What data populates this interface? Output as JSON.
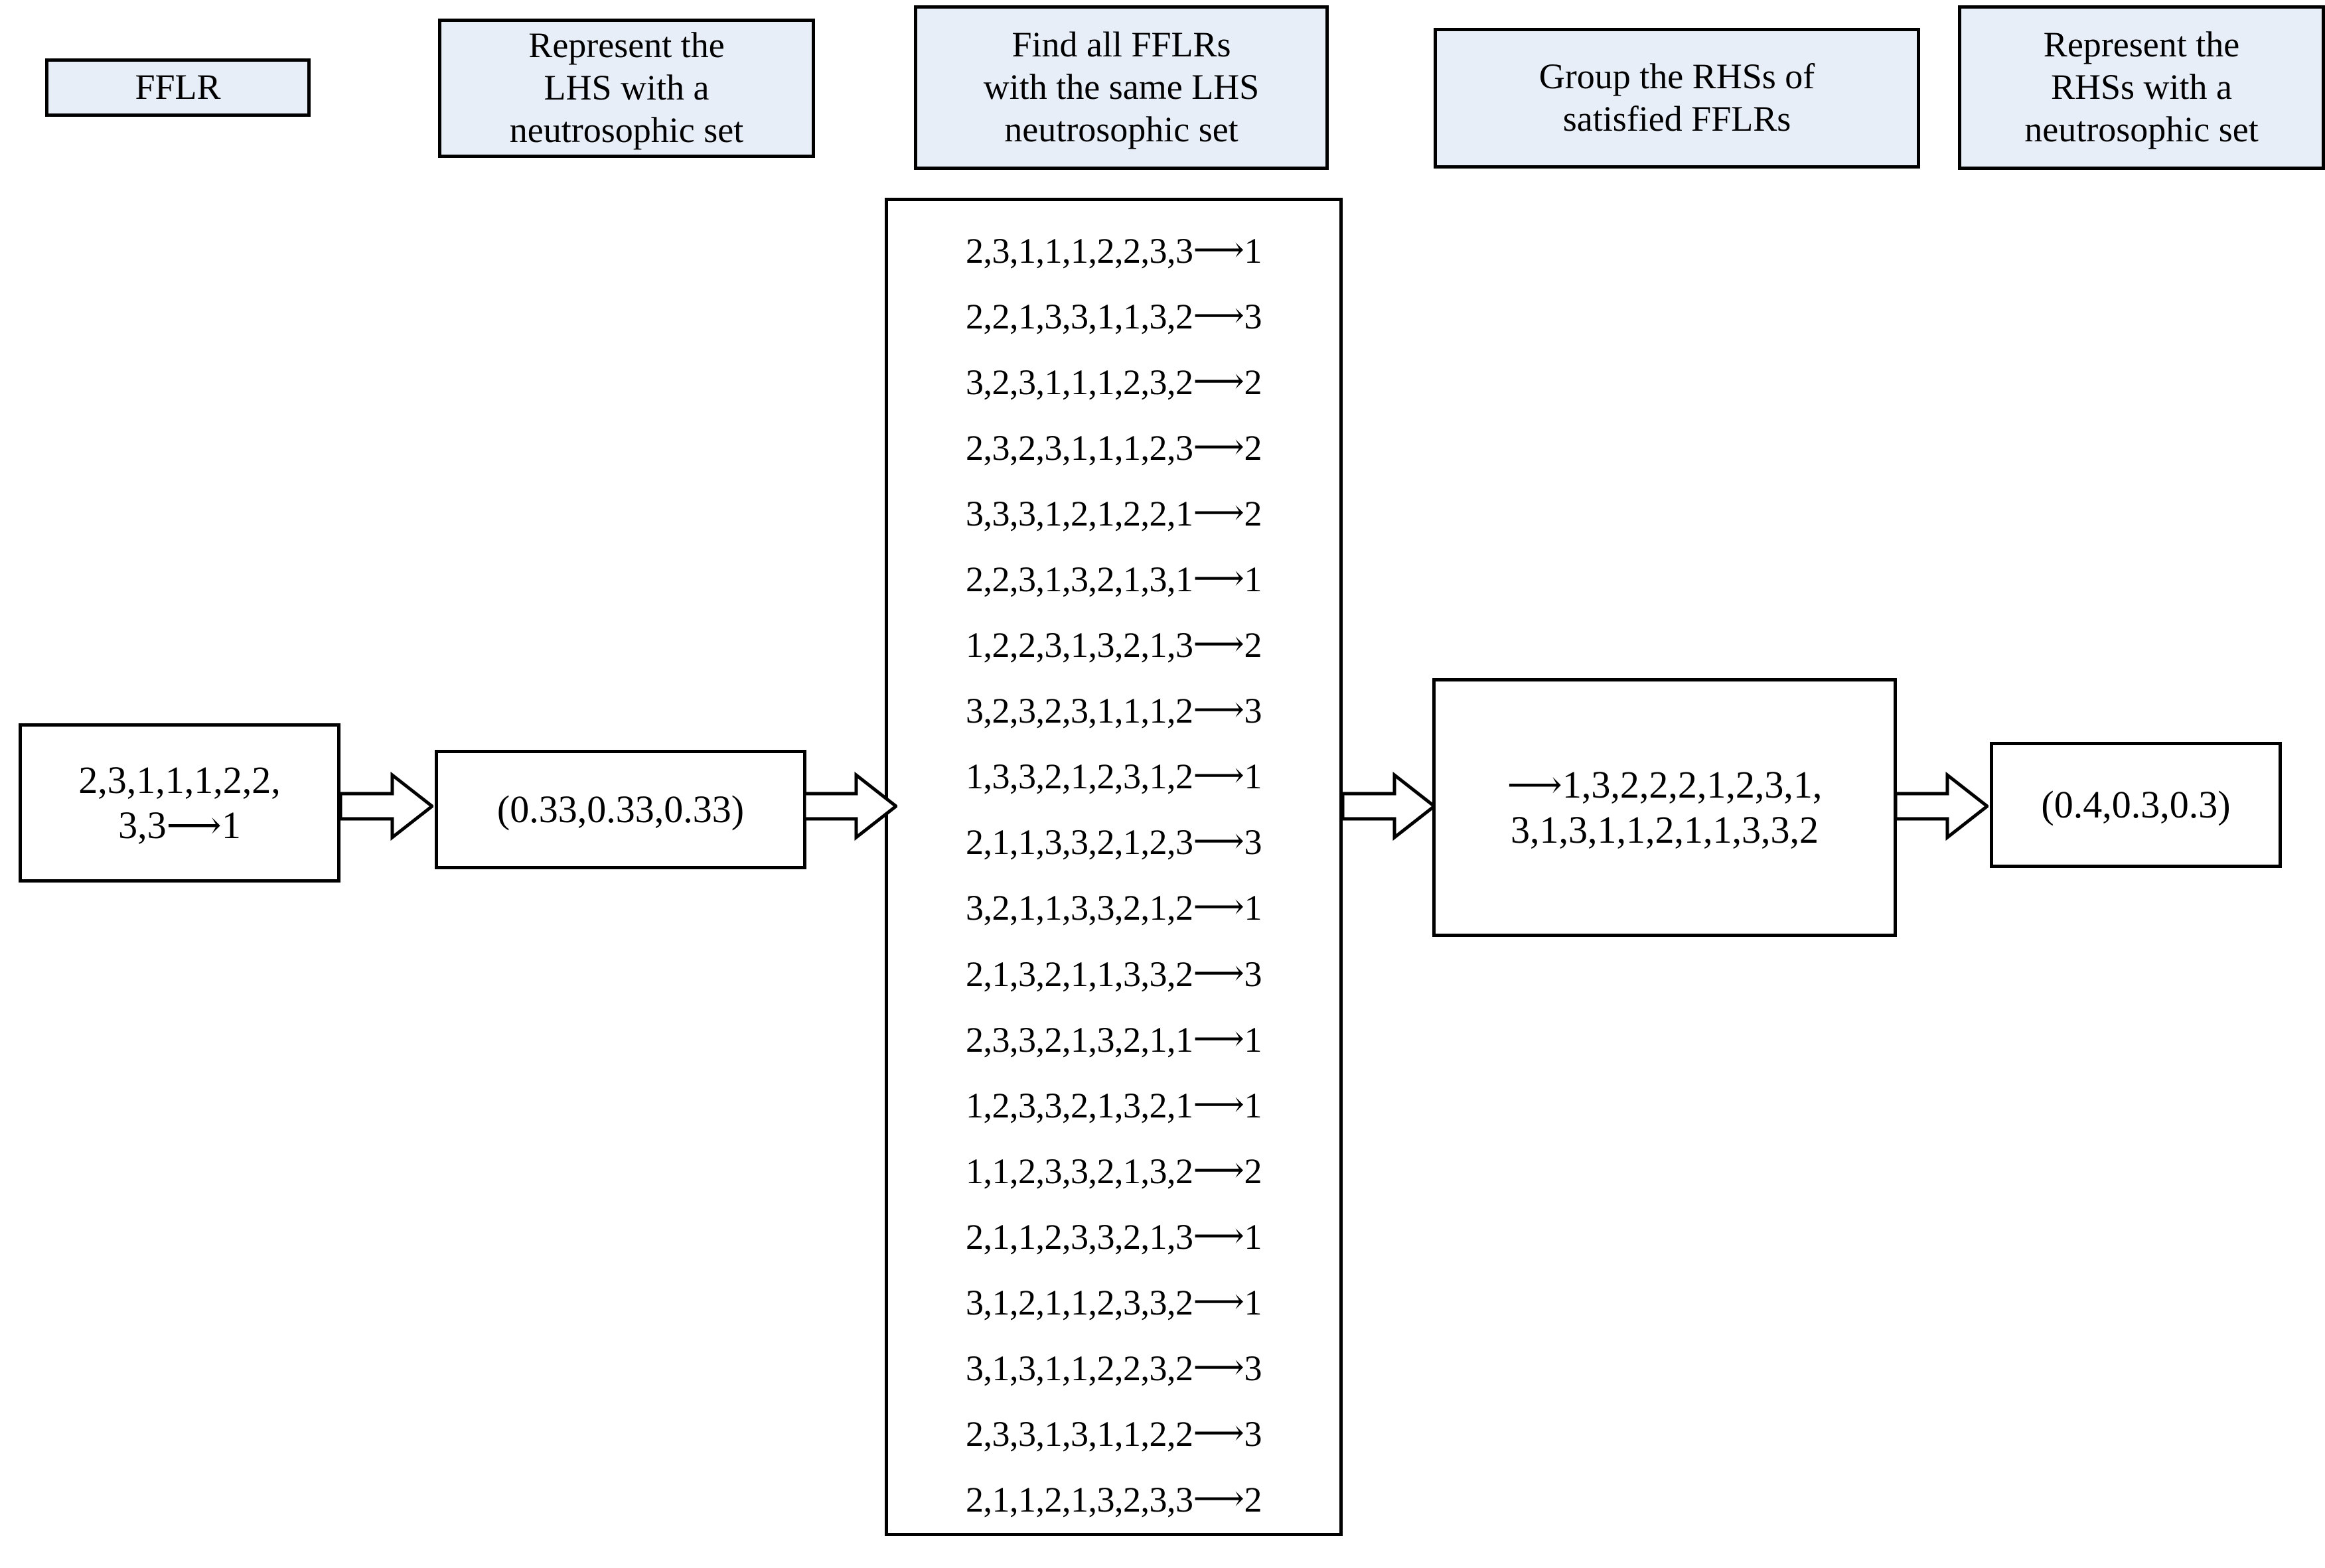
{
  "headers": [
    {
      "id": "fflr",
      "label": "FFLR"
    },
    {
      "id": "represent-lhs",
      "label": "Represent the\nLHS with a\nneutrosophic set"
    },
    {
      "id": "find-fflrs",
      "label": "Find all FFLRs\nwith the same LHS\nneutrosophic set"
    },
    {
      "id": "group-rhss",
      "label": "Group the RHSs of\nsatisfied FFLRs"
    },
    {
      "id": "represent-rhs",
      "label": "Represent the\nRHSs with a\nneutrosophic set"
    }
  ],
  "pipeline": {
    "input_fflr": "2,3,1,1,1,2,2,\n3,3⟶1",
    "lhs_neutrosophic_set": "(0.33,0.33,0.33)",
    "grouped_rhs": "⟶1,3,2,2,2,1,2,3,1,\n3,1,3,1,1,2,1,1,3,3,2",
    "rhs_neutrosophic_set": "(0.4,0.3,0.3)"
  },
  "rule_list": {
    "arrow_glyph": "⟶",
    "rules": [
      {
        "lhs": "2,3,1,1,1,2,2,3,3",
        "rhs": "1"
      },
      {
        "lhs": "2,2,1,3,3,1,1,3,2",
        "rhs": "3"
      },
      {
        "lhs": "3,2,3,1,1,1,2,3,2",
        "rhs": "2"
      },
      {
        "lhs": "2,3,2,3,1,1,1,2,3",
        "rhs": "2"
      },
      {
        "lhs": "3,3,3,1,2,1,2,2,1",
        "rhs": "2"
      },
      {
        "lhs": "2,2,3,1,3,2,1,3,1",
        "rhs": "1"
      },
      {
        "lhs": "1,2,2,3,1,3,2,1,3",
        "rhs": "2"
      },
      {
        "lhs": "3,2,3,2,3,1,1,1,2",
        "rhs": "3"
      },
      {
        "lhs": "1,3,3,2,1,2,3,1,2",
        "rhs": "1"
      },
      {
        "lhs": "2,1,1,3,3,2,1,2,3",
        "rhs": "3"
      },
      {
        "lhs": "3,2,1,1,3,3,2,1,2",
        "rhs": "1"
      },
      {
        "lhs": "2,1,3,2,1,1,3,3,2",
        "rhs": "3"
      },
      {
        "lhs": "2,3,3,2,1,3,2,1,1",
        "rhs": "1"
      },
      {
        "lhs": "1,2,3,3,2,1,3,2,1",
        "rhs": "1"
      },
      {
        "lhs": "1,1,2,3,3,2,1,3,2",
        "rhs": "2"
      },
      {
        "lhs": "2,1,1,2,3,3,2,1,3",
        "rhs": "1"
      },
      {
        "lhs": "3,1,2,1,1,2,3,3,2",
        "rhs": "1"
      },
      {
        "lhs": "3,1,3,1,1,2,2,3,2",
        "rhs": "3"
      },
      {
        "lhs": "2,3,3,1,3,1,1,2,2",
        "rhs": "3"
      },
      {
        "lhs": "2,1,1,2,1,3,2,3,3",
        "rhs": "2"
      }
    ]
  },
  "arrows": [
    {
      "id": "arrow-input-to-lhs"
    },
    {
      "id": "arrow-lhs-to-rules"
    },
    {
      "id": "arrow-rules-to-group"
    },
    {
      "id": "arrow-group-to-rhs"
    }
  ],
  "colors": {
    "header_fill": "#e8eef8",
    "border": "#000000",
    "canvas": "#ffffff"
  }
}
